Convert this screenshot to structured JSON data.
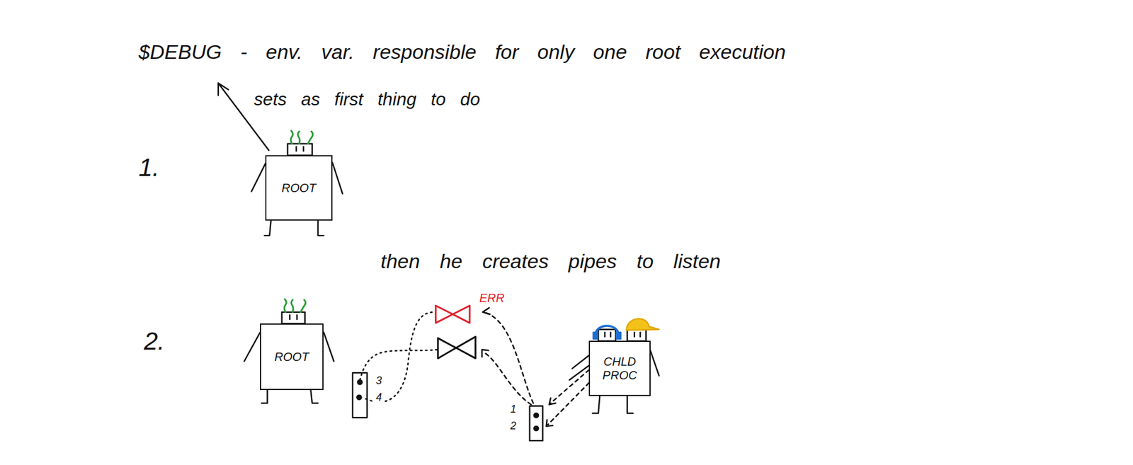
{
  "diagram": {
    "nodes": [
      {
        "text": [
          "ROOT"
        ]
      },
      {
        "text": [
          "ROOT"
        ]
      },
      {
        "text": [
          "CHLD PROC"
        ]
      }
    ],
    "labels": [
      "$DEBUG - env. var. responsible for only one root execution",
      "sets as first thing to do",
      "1.",
      "then he creates pipes to listen",
      "2.",
      "ERR",
      "3",
      "4",
      "1",
      "2"
    ]
  }
}
